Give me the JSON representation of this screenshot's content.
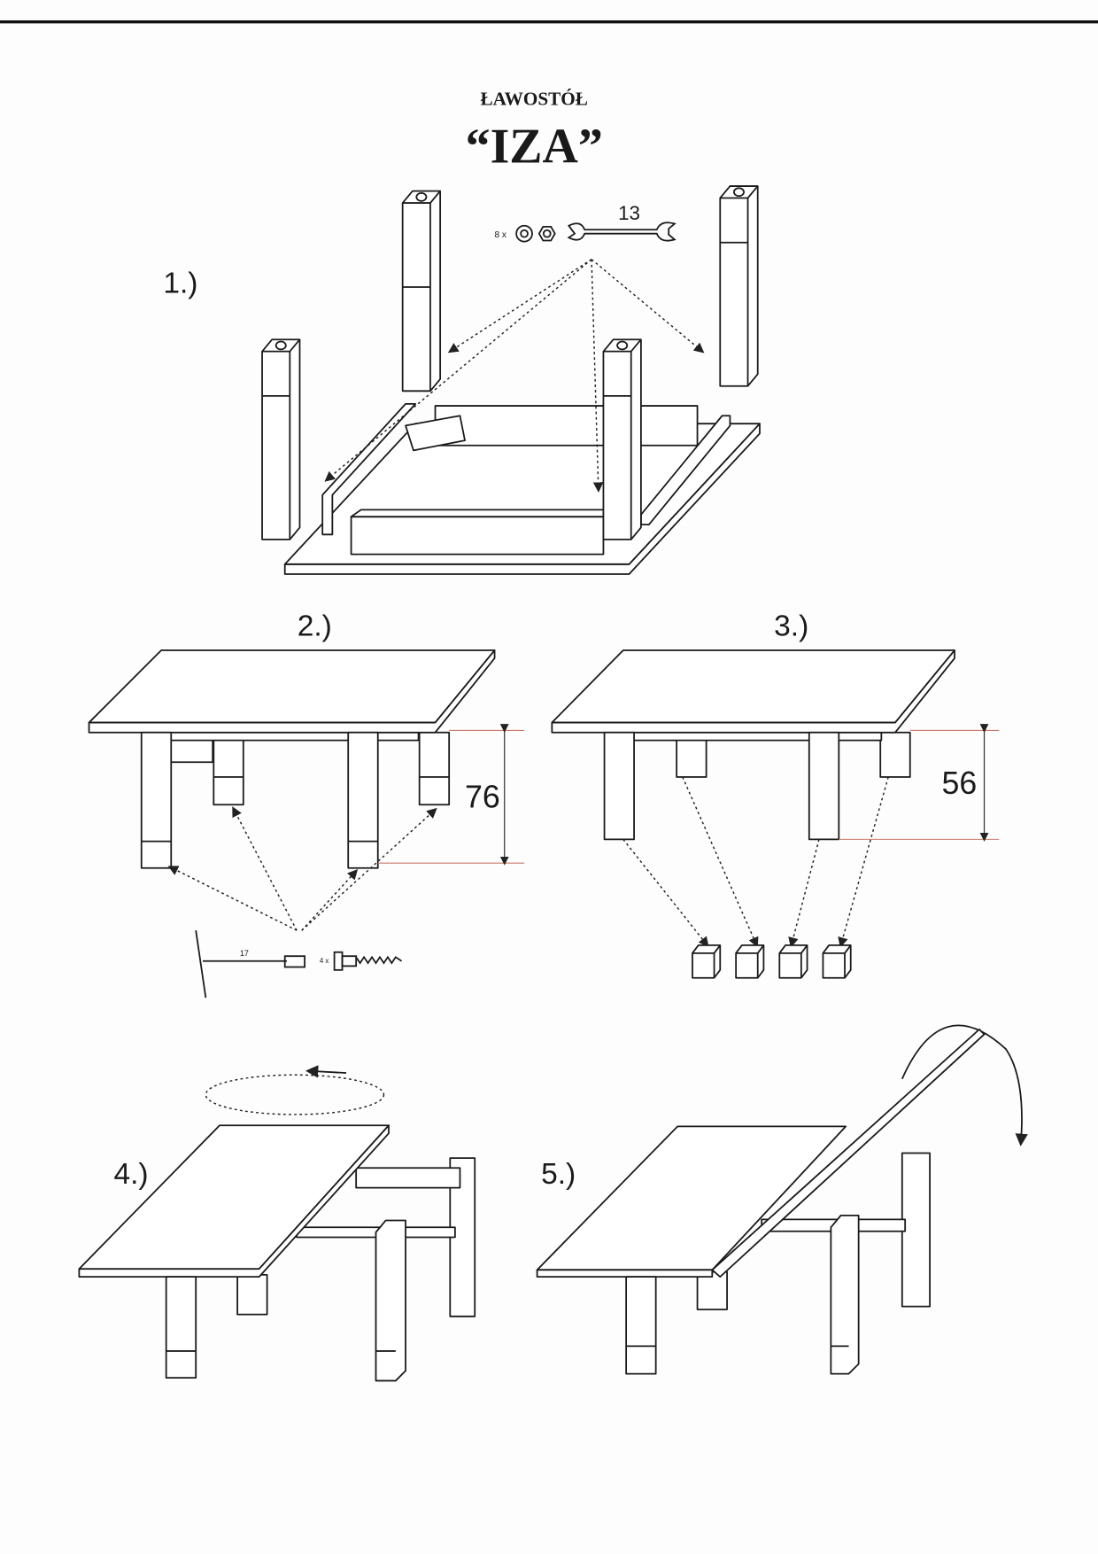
{
  "header": {
    "subtitle": "ŁAWOSTÓŁ",
    "title": "“IZA”"
  },
  "steps": [
    {
      "label": "1.)",
      "hardware": {
        "count_label": "8 x",
        "wrench_size": "13"
      }
    },
    {
      "label": "2.)",
      "dimension": "76",
      "hardware": {
        "tool_size": "17",
        "count_label": "4 x"
      }
    },
    {
      "label": "3.)",
      "dimension": "56"
    },
    {
      "label": "4.)"
    },
    {
      "label": "5.)"
    }
  ]
}
